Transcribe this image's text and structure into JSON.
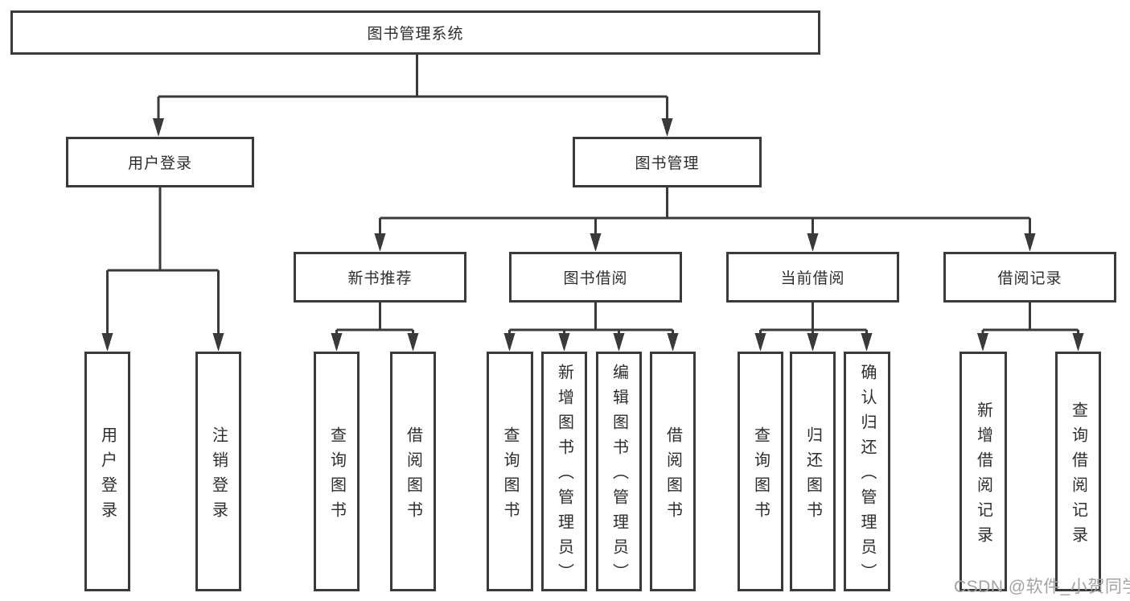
{
  "tree": {
    "label": "图书管理系统",
    "children": [
      {
        "label": "用户登录",
        "children": [
          {
            "label": "用户登录"
          },
          {
            "label": "注销登录"
          }
        ]
      },
      {
        "label": "图书管理",
        "children": [
          {
            "label": "新书推荐",
            "children": [
              {
                "label": "查询图书"
              },
              {
                "label": "借阅图书"
              }
            ]
          },
          {
            "label": "图书借阅",
            "children": [
              {
                "label": "查询图书"
              },
              {
                "label": "新增图书（管理员）"
              },
              {
                "label": "编辑图书（管理员）"
              },
              {
                "label": "借阅图书"
              }
            ]
          },
          {
            "label": "当前借阅",
            "children": [
              {
                "label": "查询图书"
              },
              {
                "label": "归还图书"
              },
              {
                "label": "确认归还（管理员）"
              }
            ]
          },
          {
            "label": "借阅记录",
            "children": [
              {
                "label": "新增借阅记录"
              },
              {
                "label": "查询借阅记录"
              }
            ]
          }
        ]
      }
    ]
  },
  "watermark": {
    "text": "CSDN @软件_小贺同学"
  },
  "colors": {
    "line": "#3a3a3a",
    "box_border": "#3a3a3a",
    "box_fill": "#ffffff",
    "text": "#2d2d2d",
    "watermark": "#a3a3a3",
    "background": "#ffffff"
  }
}
